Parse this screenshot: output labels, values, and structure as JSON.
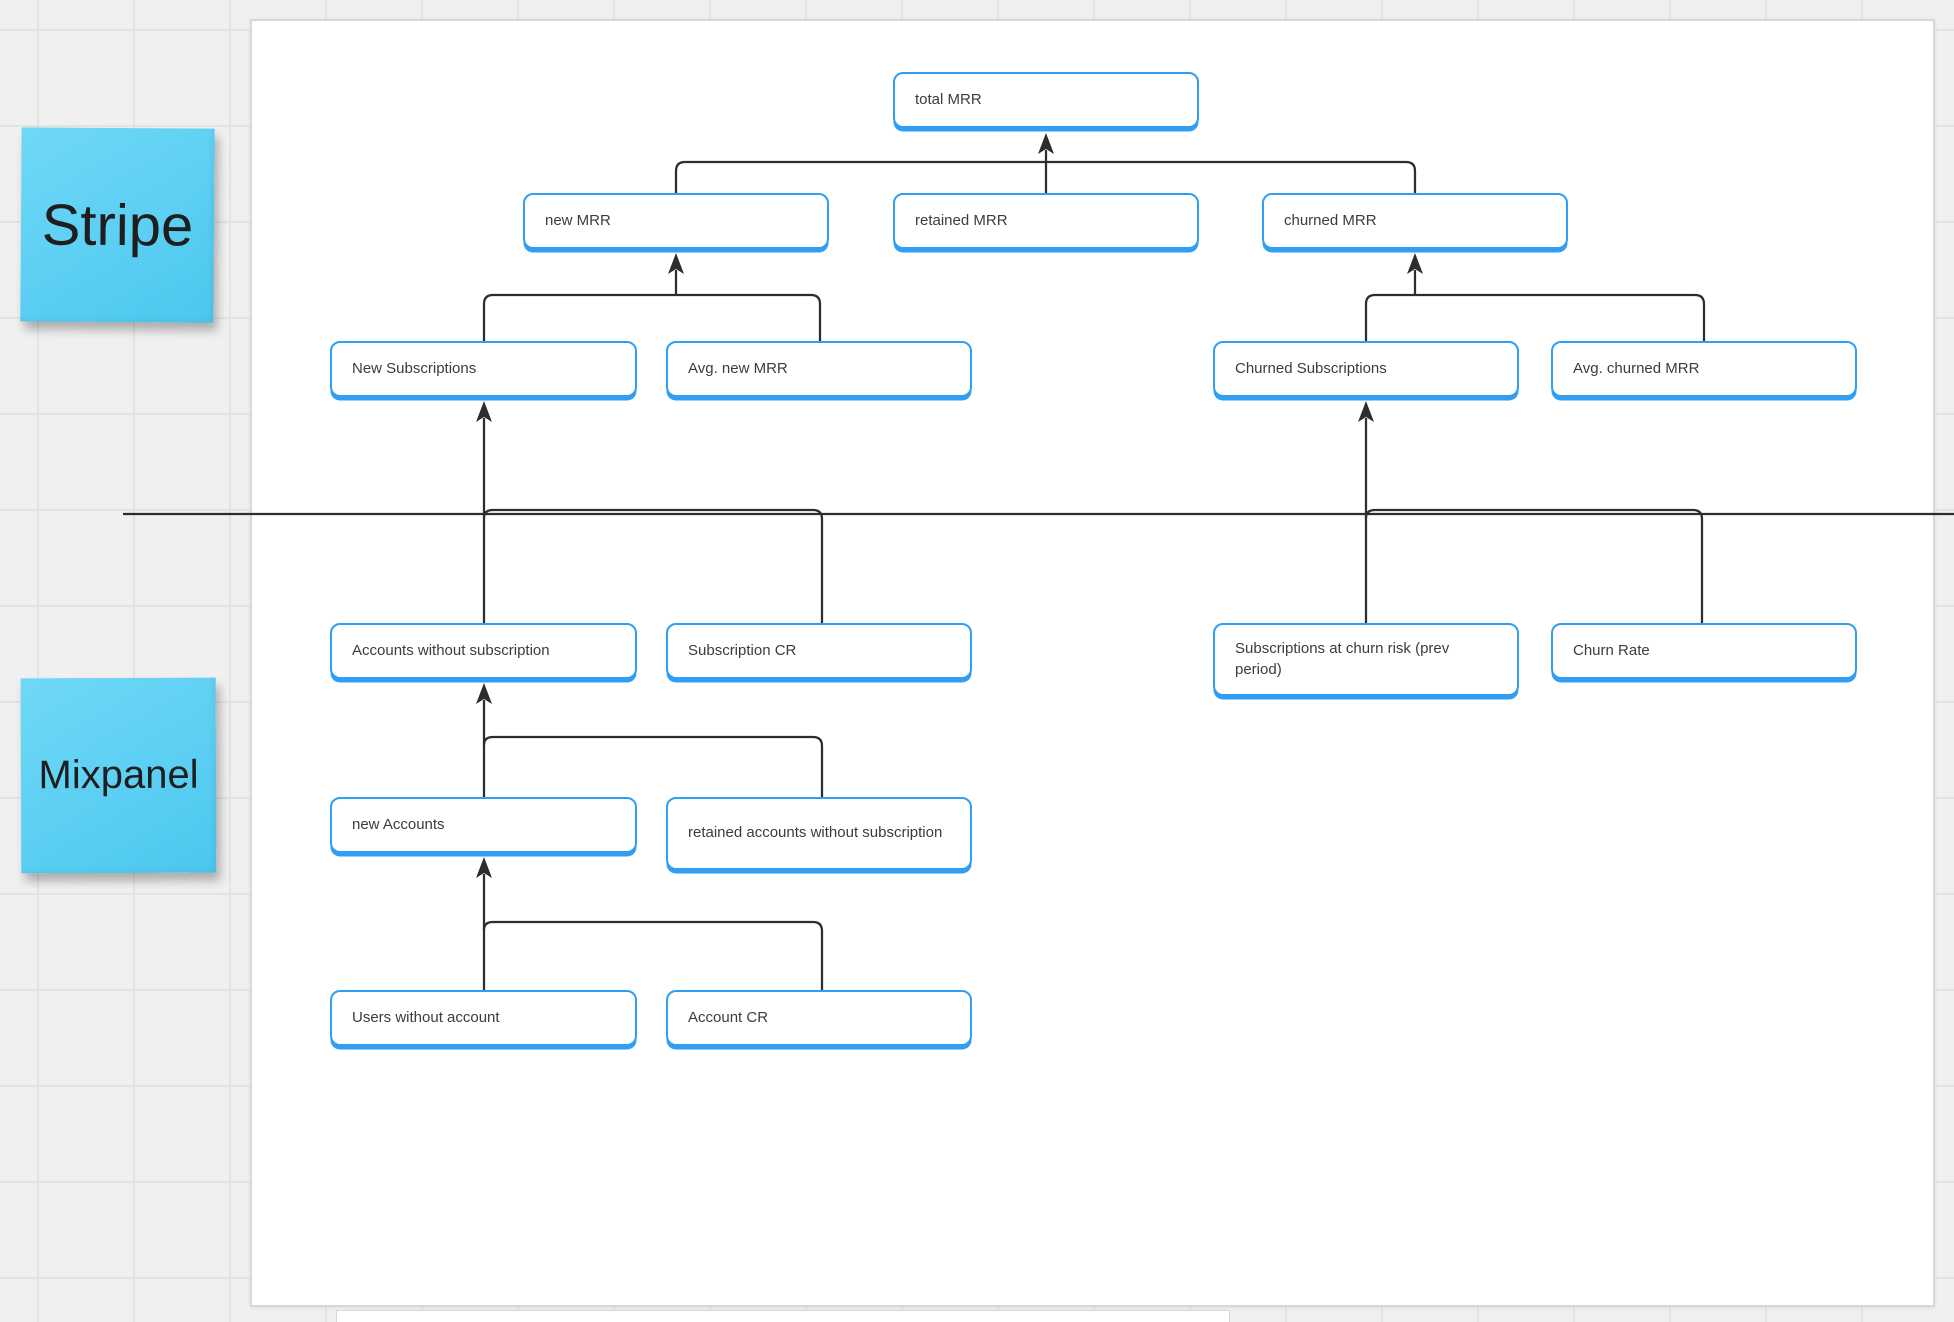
{
  "board": {
    "section_labels_note": "two sticky notes mark data-source sections separated by a horizontal divider line"
  },
  "sticky_notes": [
    {
      "id": "stripe",
      "label": "Stripe"
    },
    {
      "id": "mixpanel",
      "label": "Mixpanel"
    }
  ],
  "diagram": {
    "nodes": [
      {
        "id": "total-mrr",
        "label": "total MRR"
      },
      {
        "id": "new-mrr",
        "label": "new MRR"
      },
      {
        "id": "retained-mrr",
        "label": "retained MRR"
      },
      {
        "id": "churned-mrr",
        "label": "churned MRR"
      },
      {
        "id": "new-subscriptions",
        "label": "New Subscriptions"
      },
      {
        "id": "avg-new-mrr",
        "label": "Avg. new MRR"
      },
      {
        "id": "churned-subscriptions",
        "label": "Churned Subscriptions"
      },
      {
        "id": "avg-churned-mrr",
        "label": "Avg. churned MRR"
      },
      {
        "id": "accounts-without-subscription",
        "label": "Accounts without subscription"
      },
      {
        "id": "subscription-cr",
        "label": "Subscription CR"
      },
      {
        "id": "subscriptions-at-churn-risk",
        "label": "Subscriptions at churn risk (prev period)"
      },
      {
        "id": "churn-rate",
        "label": "Churn Rate"
      },
      {
        "id": "new-accounts",
        "label": "new Accounts"
      },
      {
        "id": "retained-accounts-without-subscription",
        "label": "retained accounts without subscription"
      },
      {
        "id": "users-without-account",
        "label": "Users without account"
      },
      {
        "id": "account-cr",
        "label": "Account CR"
      }
    ],
    "edges": [
      {
        "from": "new-mrr",
        "to": "total-mrr"
      },
      {
        "from": "retained-mrr",
        "to": "total-mrr"
      },
      {
        "from": "churned-mrr",
        "to": "total-mrr"
      },
      {
        "from": "new-subscriptions",
        "to": "new-mrr"
      },
      {
        "from": "avg-new-mrr",
        "to": "new-mrr"
      },
      {
        "from": "churned-subscriptions",
        "to": "churned-mrr"
      },
      {
        "from": "avg-churned-mrr",
        "to": "churned-mrr"
      },
      {
        "from": "accounts-without-subscription",
        "to": "new-subscriptions"
      },
      {
        "from": "subscription-cr",
        "to": "new-subscriptions"
      },
      {
        "from": "subscriptions-at-churn-risk",
        "to": "churned-subscriptions"
      },
      {
        "from": "churn-rate",
        "to": "churned-subscriptions"
      },
      {
        "from": "new-accounts",
        "to": "accounts-without-subscription"
      },
      {
        "from": "retained-accounts-without-subscription",
        "to": "accounts-without-subscription"
      },
      {
        "from": "users-without-account",
        "to": "new-accounts"
      },
      {
        "from": "account-cr",
        "to": "new-accounts"
      }
    ]
  },
  "colors": {
    "node_border": "#2f9ef3",
    "connector": "#2d2d2d",
    "sticky_fill": "#5bd0f4",
    "canvas": "#ffffff",
    "background": "#f0f0f0"
  }
}
